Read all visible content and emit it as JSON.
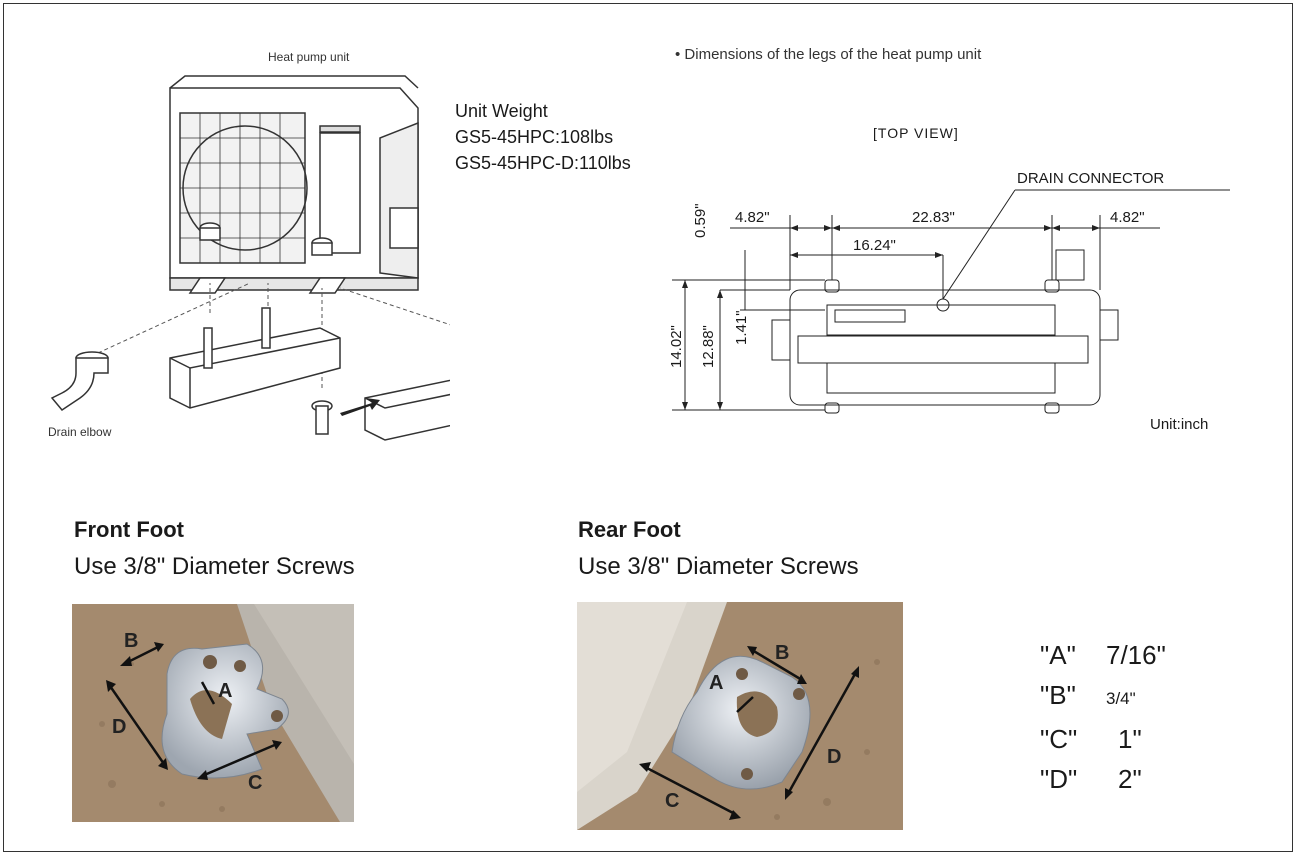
{
  "illustration": {
    "title": "Heat pump unit",
    "drain_label": "Drain elbow"
  },
  "weight": {
    "heading": "Unit Weight",
    "line1": "GS5-45HPC:108lbs",
    "line2": "GS5-45HPC-D:110lbs"
  },
  "dimensions": {
    "title": "• Dimensions of the legs of the heat pump unit",
    "view": "[TOP VIEW]",
    "drain_connector": "DRAIN CONNECTOR",
    "d1": "4.82\"",
    "d2": "22.83\"",
    "d3": "4.82\"",
    "d4": "16.24\"",
    "d5": "0.59\"",
    "d6": "14.02\"",
    "d7": "12.88\"",
    "d8": "1.41\"",
    "unit": "Unit:inch"
  },
  "front_foot": {
    "title": "Front Foot",
    "subtitle": "Use 3/8\" Diameter Screws",
    "labels": [
      "A",
      "B",
      "C",
      "D"
    ]
  },
  "rear_foot": {
    "title": "Rear Foot",
    "subtitle": "Use 3/8\" Diameter Screws",
    "labels": [
      "A",
      "B",
      "C",
      "D"
    ]
  },
  "specs": [
    {
      "key": "\"A\"",
      "value": "7/16\""
    },
    {
      "key": "\"B\"",
      "value": "3/4\""
    },
    {
      "key": "\"C\"",
      "value": "1\""
    },
    {
      "key": "\"D\"",
      "value": "2\""
    }
  ],
  "colors": {
    "photo_bg": "#a48a6e",
    "metal": "#c8cdd4",
    "panel": "#b9b4ac"
  }
}
